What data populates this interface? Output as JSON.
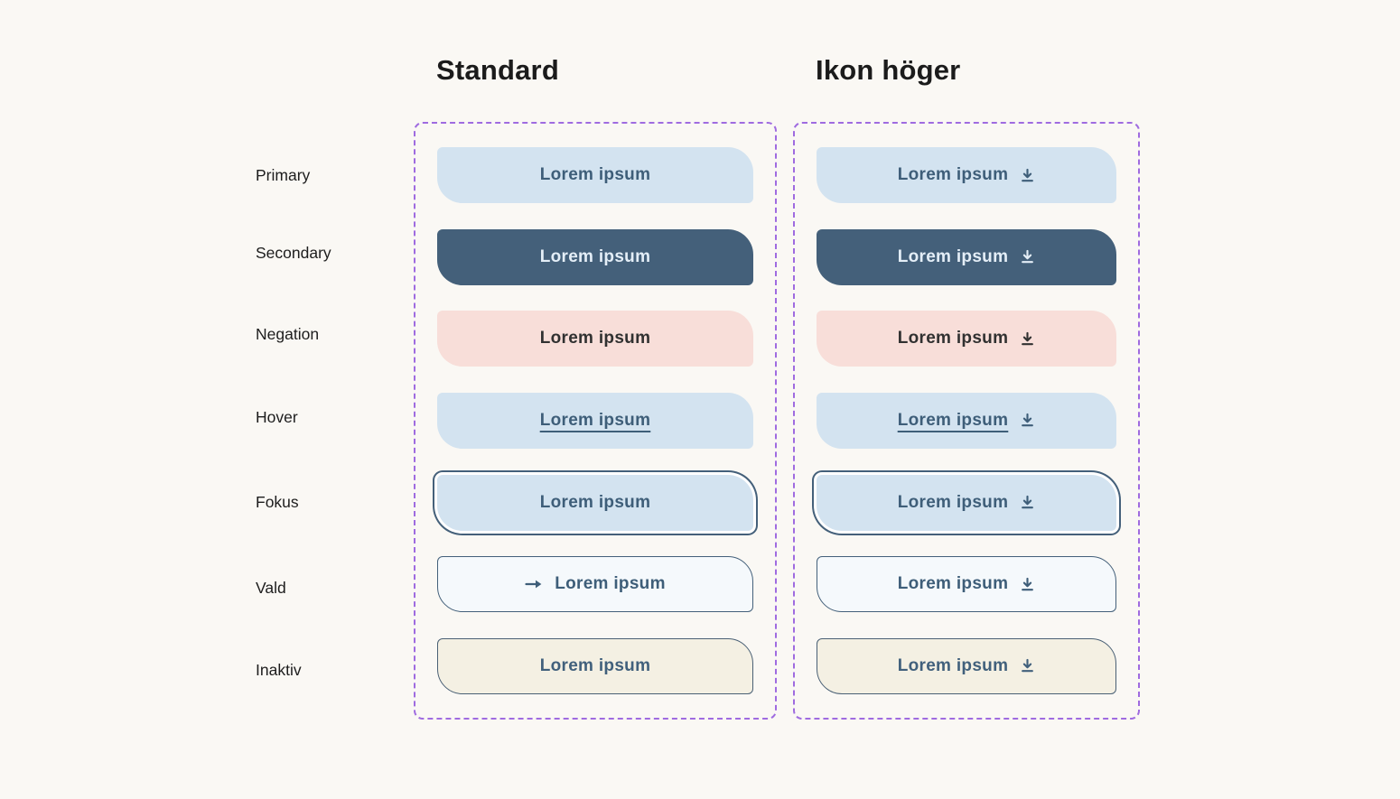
{
  "page": {
    "background_color": "#faf8f4"
  },
  "headers": {
    "standard": "Standard",
    "ikon_hoger": "Ikon höger"
  },
  "row_labels": [
    {
      "label": "Primary"
    },
    {
      "label": "Secondary"
    },
    {
      "label": "Negation"
    },
    {
      "label": "Hover"
    },
    {
      "label": "Fokus"
    },
    {
      "label": "Vald"
    },
    {
      "label": "Inaktiv"
    }
  ],
  "button_label": "Lorem ipsum",
  "icons": {
    "trailing_icon": "download-to-bar-icon",
    "vald_leading_icon": "arrow-right-icon"
  },
  "colors": {
    "primary_bg": "#d3e3f0",
    "secondary_bg": "#44607a",
    "negation_bg": "#f8ded9",
    "hover_bg": "#d3e3f0",
    "fokus_bg": "#d3e3f0",
    "vald_bg": "#f5f9fc",
    "inaktiv_bg": "#f4f0e3",
    "button_text_blue": "#3e5e79",
    "secondary_text": "#e4eef7",
    "negation_text": "#313131",
    "focus_ring": "#44607a",
    "container_dashed_border": "#9f6be0"
  }
}
